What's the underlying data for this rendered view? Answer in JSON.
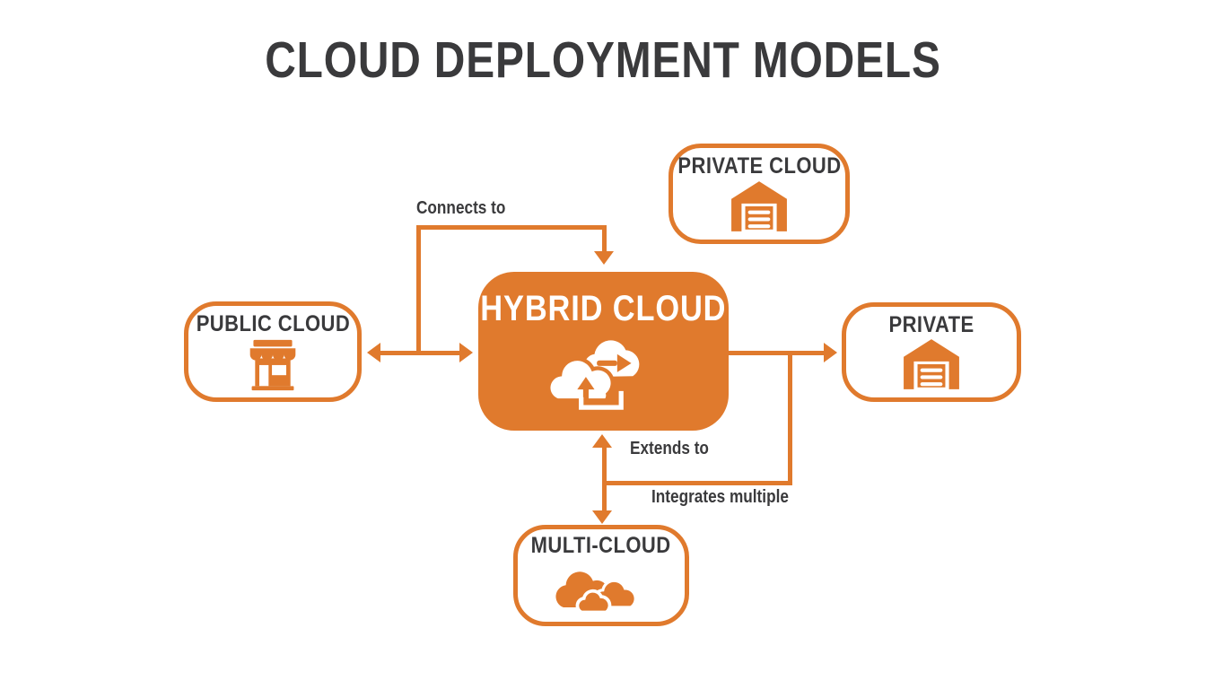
{
  "title": "CLOUD DEPLOYMENT MODELS",
  "colors": {
    "accent": "#E07A2D",
    "text": "#3A3A3C",
    "surface": "#FFFFFF",
    "hybrid_label": "#FFFFFF"
  },
  "nodes": {
    "public": {
      "label": "PUBLIC CLOUD",
      "icon": "storefront-icon"
    },
    "private_top": {
      "label": "PRIVATE CLOUD",
      "icon": "garage-icon"
    },
    "hybrid": {
      "label": "HYBRID CLOUD",
      "icon": "hybrid-clouds-icon"
    },
    "private_right": {
      "label": "PRIVATE",
      "icon": "garage-icon"
    },
    "multi": {
      "label": "MULTI-CLOUD",
      "icon": "multi-clouds-icon"
    }
  },
  "edges": {
    "connects": "Connects to",
    "extends": "Extends to",
    "integrates": "Integrates multiple"
  }
}
